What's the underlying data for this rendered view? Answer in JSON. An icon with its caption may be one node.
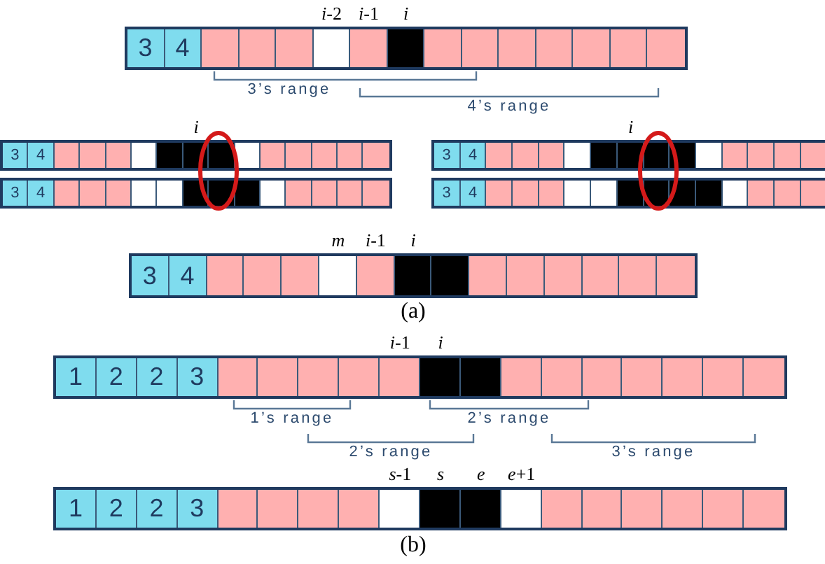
{
  "diagram": {
    "labels": [
      "*i*-2",
      "*i*-1",
      "*i*",
      "3",
      "4",
      "3’s range",
      "4’s range",
      "*i*",
      "*i*",
      "3",
      "4",
      "3",
      "4",
      "3",
      "4",
      "3",
      "4",
      "*m*",
      "*i*-1",
      "*i*",
      "3",
      "4",
      "(a)",
      "*i*-1",
      "*i*",
      "1",
      "2",
      "2",
      "3",
      "1’s range",
      "2’s range",
      "2’s range",
      "3’s range",
      "*s*-1",
      "*s*",
      "*e*",
      "*e*+1",
      "1",
      "2",
      "2",
      "3",
      "(b)"
    ]
  }
}
